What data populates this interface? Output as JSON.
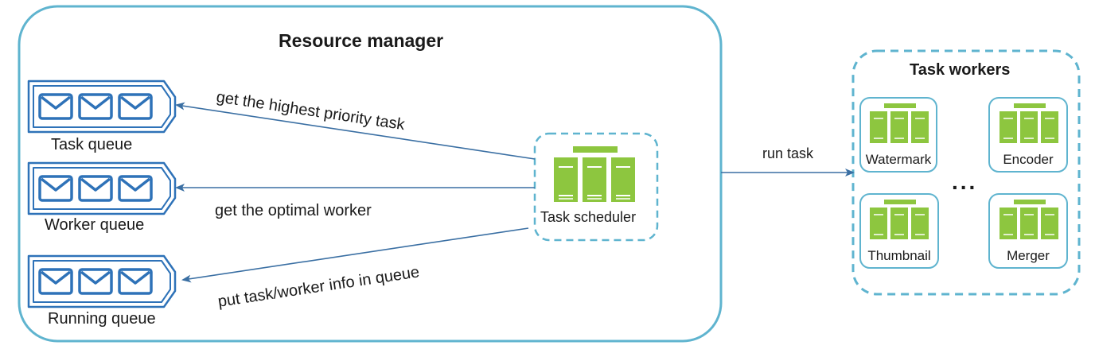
{
  "resource_manager": {
    "title": "Resource manager",
    "queues": [
      {
        "id": "task-queue",
        "label": "Task queue"
      },
      {
        "id": "worker-queue",
        "label": "Worker queue"
      },
      {
        "id": "running-queue",
        "label": "Running queue"
      }
    ],
    "scheduler": {
      "label": "Task scheduler"
    },
    "edges": [
      {
        "label": "get the highest priority task"
      },
      {
        "label": "get the optimal worker"
      },
      {
        "label": "put task/worker info in queue"
      }
    ]
  },
  "run_edge": {
    "label": "run task"
  },
  "task_workers": {
    "title": "Task workers",
    "workers": [
      {
        "id": "watermark",
        "label": "Watermark"
      },
      {
        "id": "encoder",
        "label": "Encoder"
      },
      {
        "id": "thumbnail",
        "label": "Thumbnail"
      },
      {
        "id": "merger",
        "label": "Merger"
      }
    ],
    "ellipsis": "..."
  },
  "colors": {
    "container_border": "#5fb4cf",
    "queue_blue": "#2e72b8",
    "server_green": "#8dc63f",
    "server_dark": "#6a9c2a",
    "arrow": "#3a6fa3"
  }
}
